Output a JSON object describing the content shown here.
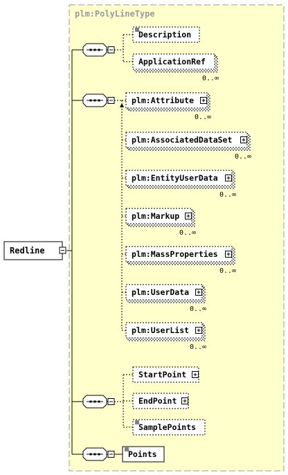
{
  "type_box": {
    "title": "plm:PolyLineType",
    "background": "#ffffcc",
    "border": "#9a9a9a",
    "title_color": "#999999"
  },
  "root": {
    "label": "Redline"
  },
  "groups": [
    {
      "id": "g1",
      "children": [
        {
          "label": "Description",
          "optional": true,
          "doc": true,
          "expandable": false,
          "repeating": false,
          "occurs": ""
        },
        {
          "label": "ApplicationRef",
          "optional": true,
          "doc": false,
          "expandable": false,
          "repeating": true,
          "occurs": "0..∞"
        }
      ]
    },
    {
      "id": "g2",
      "children": [
        {
          "label": "plm:Attribute",
          "optional": true,
          "doc": false,
          "expandable": true,
          "repeating": true,
          "occurs": "0..∞"
        },
        {
          "label": "plm:AssociatedDataSet",
          "optional": true,
          "doc": false,
          "expandable": true,
          "repeating": true,
          "occurs": "0..∞"
        },
        {
          "label": "plm:EntityUserData",
          "optional": true,
          "doc": false,
          "expandable": true,
          "repeating": true,
          "occurs": "0..∞"
        },
        {
          "label": "plm:Markup",
          "optional": true,
          "doc": false,
          "expandable": true,
          "repeating": true,
          "occurs": "0..∞"
        },
        {
          "label": "plm:MassProperties",
          "optional": true,
          "doc": false,
          "expandable": true,
          "repeating": true,
          "occurs": "0..∞"
        },
        {
          "label": "plm:UserData",
          "optional": true,
          "doc": false,
          "expandable": true,
          "repeating": true,
          "occurs": "0..∞"
        },
        {
          "label": "plm:UserList",
          "optional": true,
          "doc": false,
          "expandable": true,
          "repeating": true,
          "occurs": "0..∞"
        }
      ]
    },
    {
      "id": "g3",
      "children": [
        {
          "label": "StartPoint",
          "optional": true,
          "doc": false,
          "expandable": true,
          "repeating": false,
          "occurs": ""
        },
        {
          "label": "EndPoint",
          "optional": true,
          "doc": false,
          "expandable": true,
          "repeating": false,
          "occurs": ""
        },
        {
          "label": "SamplePoints",
          "optional": true,
          "doc": true,
          "expandable": false,
          "repeating": false,
          "occurs": ""
        }
      ]
    },
    {
      "id": "g4",
      "children": [
        {
          "label": "Points",
          "optional": false,
          "doc": true,
          "expandable": false,
          "repeating": false,
          "occurs": ""
        }
      ]
    }
  ]
}
